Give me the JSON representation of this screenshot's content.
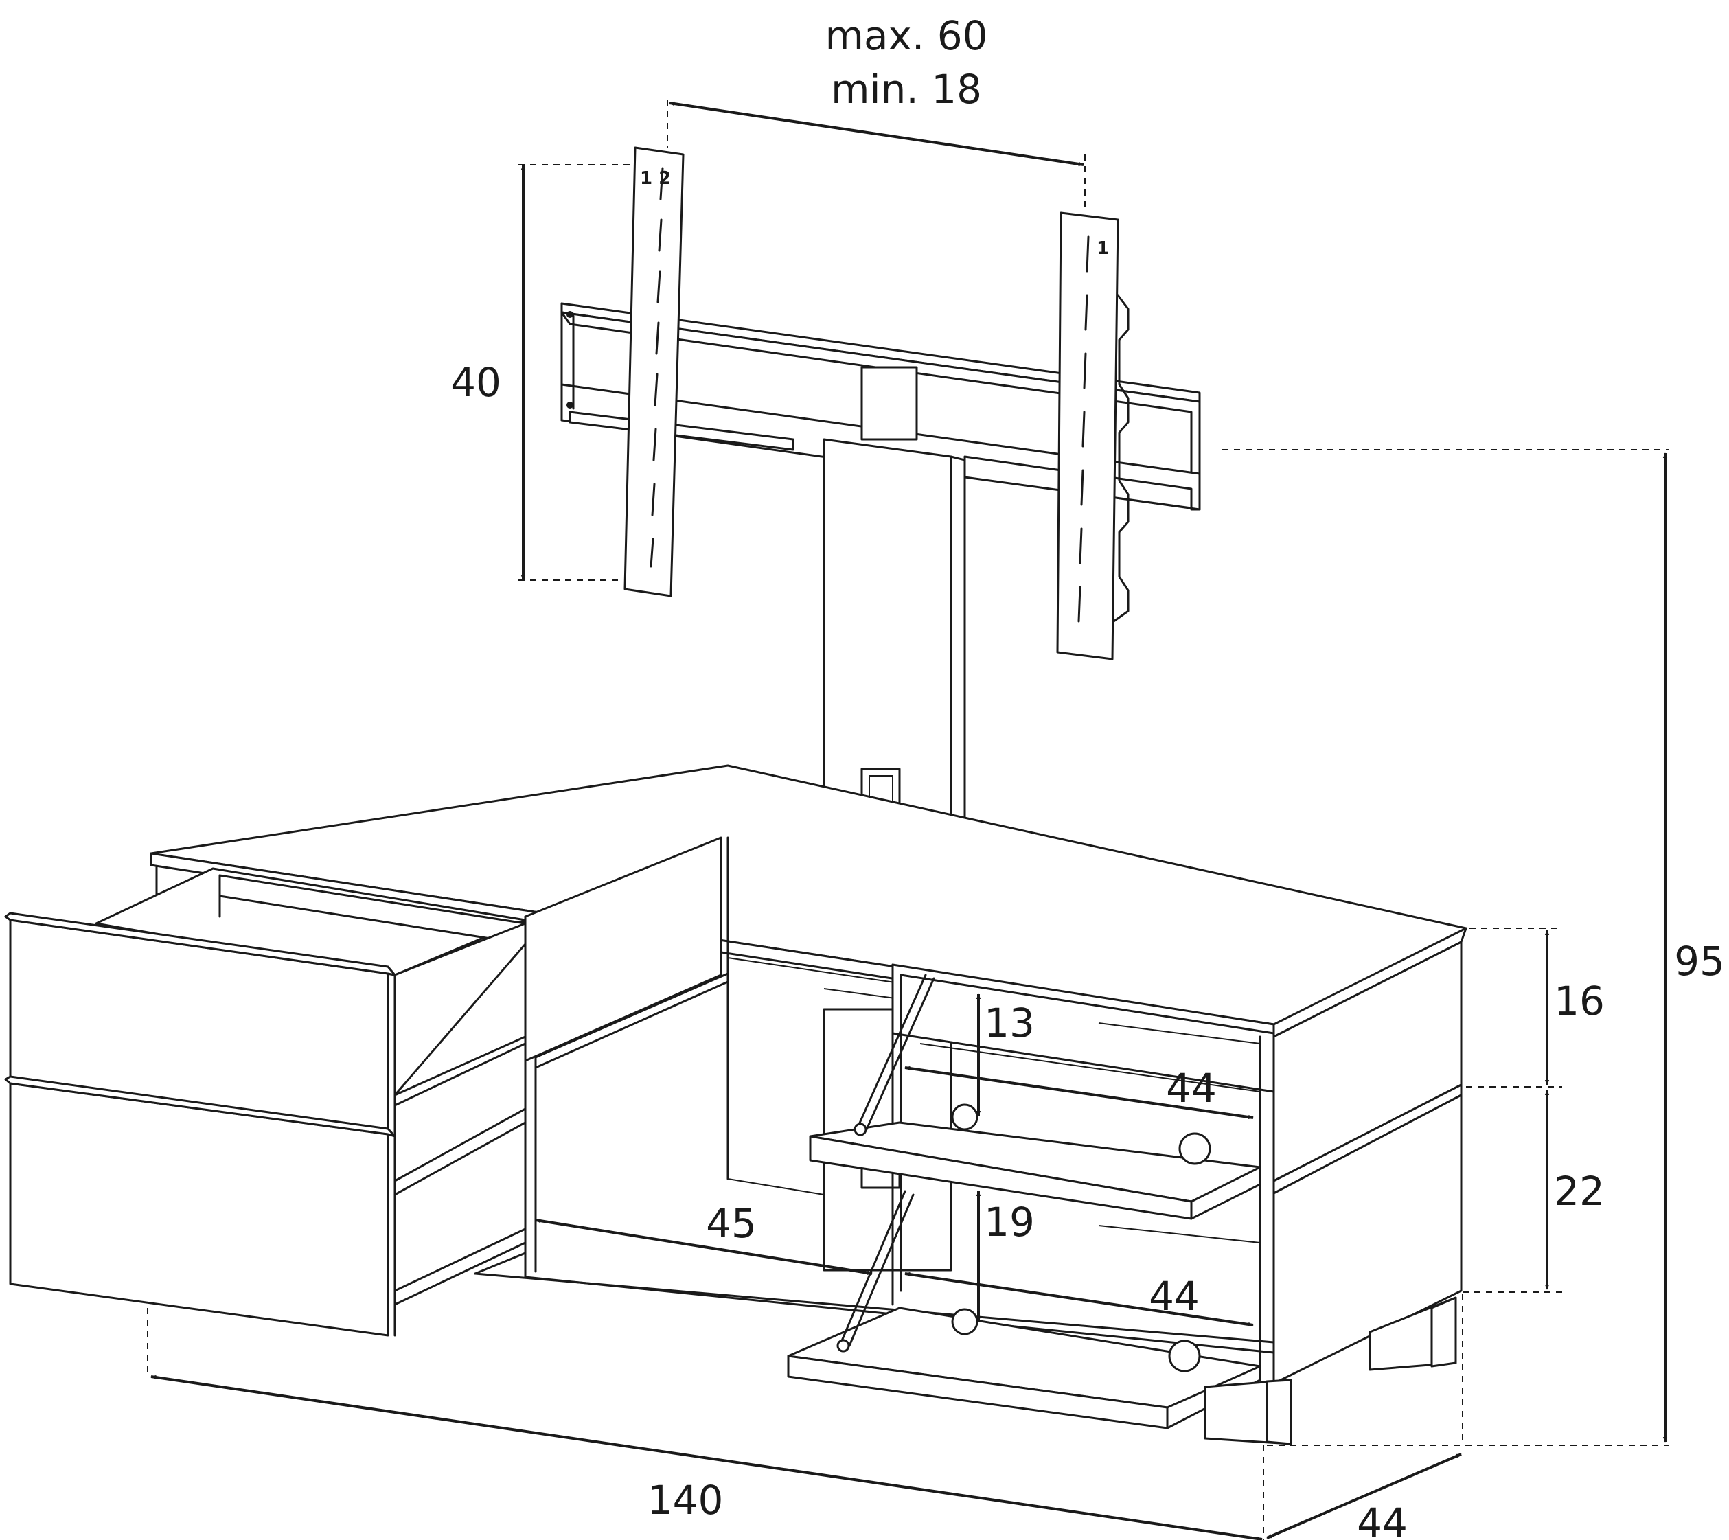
{
  "dimensions": {
    "bracket_spread_max": "max. 60",
    "bracket_spread_min": "min. 18",
    "bracket_height": "40",
    "total_height": "95",
    "upper_compartment_height": "16",
    "lower_compartment_height": "22",
    "upper_compartment_depth": "13",
    "lower_compartment_depth": "19",
    "upper_shelf_width": "44",
    "lower_shelf_width": "44",
    "middle_compartment_width": "45",
    "total_width": "140",
    "total_depth": "44"
  },
  "bracket_labels": {
    "left": "1 2",
    "right": "1"
  },
  "colors": {
    "line": "#1a1a1a",
    "background": "#ffffff"
  }
}
